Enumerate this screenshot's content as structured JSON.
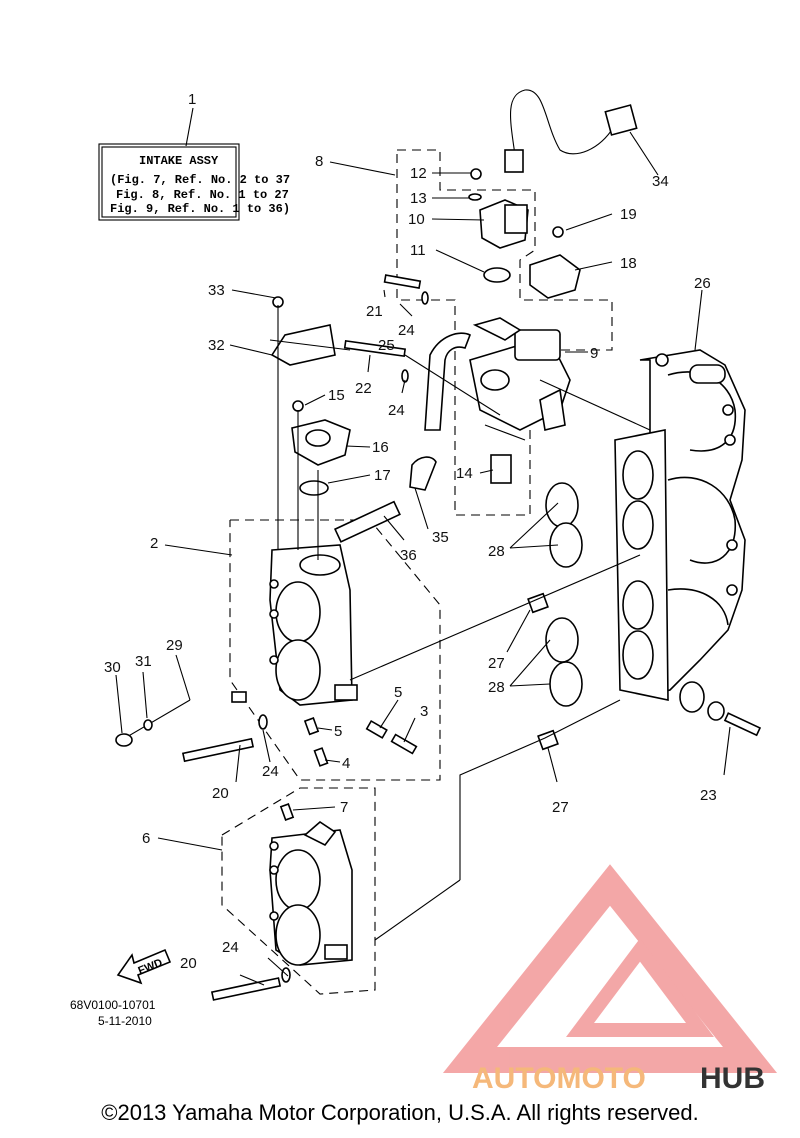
{
  "legend_box": {
    "title": "INTAKE ASSY",
    "lines": [
      "(Fig. 7, Ref. No. 2 to 37",
      "Fig. 8, Ref. No. 1 to 27",
      "Fig. 9, Ref. No. 1 to 36)"
    ]
  },
  "callouts": {
    "c1": "1",
    "c2": "2",
    "c3": "3",
    "c4": "4",
    "c5a": "5",
    "c5b": "5",
    "c6": "6",
    "c7": "7",
    "c8": "8",
    "c9": "9",
    "c10": "10",
    "c11": "11",
    "c12": "12",
    "c13": "13",
    "c14": "14",
    "c15": "15",
    "c16": "16",
    "c17": "17",
    "c18": "18",
    "c19": "19",
    "c20a": "20",
    "c20b": "20",
    "c21": "21",
    "c22": "22",
    "c23": "23",
    "c24a": "24",
    "c24b": "24",
    "c24c": "24",
    "c24d": "24",
    "c25": "25",
    "c26": "26",
    "c27a": "27",
    "c27b": "27",
    "c28a": "28",
    "c28b": "28",
    "c29": "29",
    "c30": "30",
    "c31": "31",
    "c32": "32",
    "c33": "33",
    "c34": "34",
    "c35": "35",
    "c36": "36"
  },
  "fwd_label": "FWD",
  "drawing_code": "68V0100-10701",
  "drawing_date": "5-11-2010",
  "watermark": {
    "left": "AUTOMOTO",
    "right": "HUB",
    "color_left": "#f5b87a",
    "color_right": "#2a2a2a",
    "logo_color": "#f08a8a"
  },
  "copyright": "©2013 Yamaha Motor Corporation, U.S.A. All rights reserved."
}
